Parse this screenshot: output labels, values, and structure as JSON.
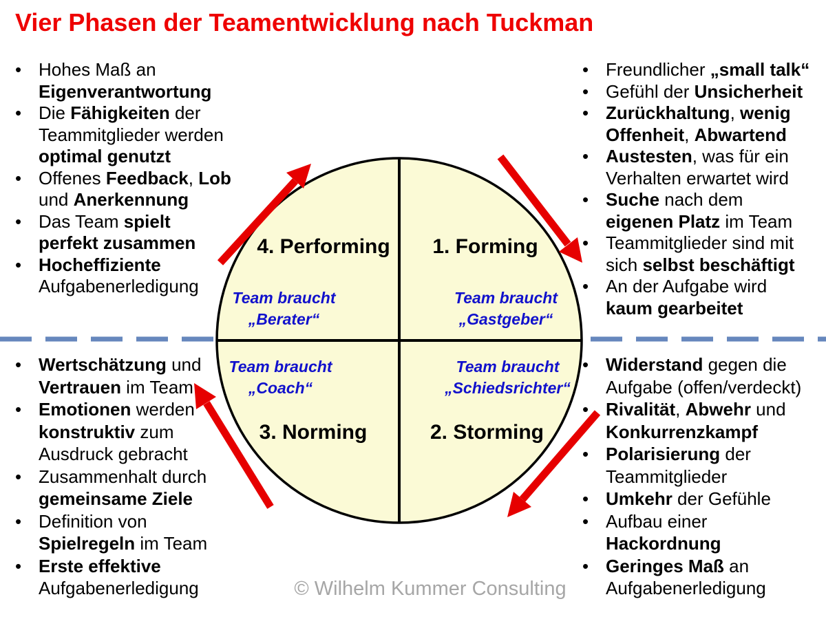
{
  "title": "Vier Phasen der Teamentwicklung nach Tuckman",
  "footer": "© Wilhelm Kummer Consulting",
  "bullet_glyph": "•",
  "colors": {
    "title_red": "#ee0000",
    "arrow_red": "#e60000",
    "circle_fill": "#fbfad6",
    "circle_stroke": "#000000",
    "blue_text": "#1111cc",
    "dashed_line": "#6687bd",
    "footer_gray": "#a6a6a6",
    "body_text": "#000000"
  },
  "quadrants": {
    "performing": {
      "label": "4. Performing",
      "team_braucht": [
        "Team braucht",
        "„Berater“"
      ]
    },
    "forming": {
      "label": "1. Forming",
      "team_braucht": [
        "Team braucht",
        "„Gastgeber“"
      ]
    },
    "norming": {
      "label": "3. Norming",
      "team_braucht": [
        "Team braucht",
        "„Coach“"
      ]
    },
    "storming": {
      "label": "2. Storming",
      "team_braucht": [
        "Team braucht",
        "„Schiedsrichter“"
      ]
    }
  },
  "lists": {
    "performing": [
      {
        "lines": [
          [
            {
              "t": "Hohes Maß an",
              "b": false
            }
          ],
          [
            {
              "t": "Eigenverantwortung",
              "b": true
            }
          ]
        ]
      },
      {
        "lines": [
          [
            {
              "t": "Die ",
              "b": false
            },
            {
              "t": "Fähigkeiten",
              "b": true
            },
            {
              "t": " der",
              "b": false
            }
          ],
          [
            {
              "t": "Teammitglieder werden",
              "b": false
            }
          ],
          [
            {
              "t": "optimal genutzt",
              "b": true
            }
          ]
        ]
      },
      {
        "lines": [
          [
            {
              "t": "Offenes ",
              "b": false
            },
            {
              "t": "Feedback",
              "b": true
            },
            {
              "t": ", ",
              "b": false
            },
            {
              "t": "Lob",
              "b": true
            }
          ],
          [
            {
              "t": "und ",
              "b": false
            },
            {
              "t": "Anerkennung",
              "b": true
            }
          ]
        ]
      },
      {
        "lines": [
          [
            {
              "t": "Das Team ",
              "b": false
            },
            {
              "t": "spielt",
              "b": true
            }
          ],
          [
            {
              "t": "perfekt zusammen",
              "b": true
            }
          ]
        ]
      },
      {
        "lines": [
          [
            {
              "t": "Hocheffiziente",
              "b": true
            }
          ],
          [
            {
              "t": "Aufgabenerledigung",
              "b": false
            }
          ]
        ]
      }
    ],
    "forming": [
      {
        "lines": [
          [
            {
              "t": "Freundlicher ",
              "b": false
            },
            {
              "t": "„small talk“",
              "b": true
            }
          ]
        ]
      },
      {
        "lines": [
          [
            {
              "t": "Gefühl der ",
              "b": false
            },
            {
              "t": "Unsicherheit",
              "b": true
            }
          ]
        ]
      },
      {
        "lines": [
          [
            {
              "t": "Zurückhaltung",
              "b": true
            },
            {
              "t": ", ",
              "b": false
            },
            {
              "t": "wenig",
              "b": true
            }
          ],
          [
            {
              "t": "Offenheit",
              "b": true
            },
            {
              "t": ", ",
              "b": false
            },
            {
              "t": "Abwartend",
              "b": true
            }
          ]
        ]
      },
      {
        "lines": [
          [
            {
              "t": "Austesten",
              "b": true
            },
            {
              "t": ", was für ein",
              "b": false
            }
          ],
          [
            {
              "t": "Verhalten erwartet wird",
              "b": false
            }
          ]
        ]
      },
      {
        "lines": [
          [
            {
              "t": "Suche",
              "b": true
            },
            {
              "t": " nach dem",
              "b": false
            }
          ],
          [
            {
              "t": "eigenen Platz",
              "b": true
            },
            {
              "t": " im Team",
              "b": false
            }
          ]
        ]
      },
      {
        "lines": [
          [
            {
              "t": "Teammitglieder sind mit",
              "b": false
            }
          ],
          [
            {
              "t": "sich ",
              "b": false
            },
            {
              "t": "selbst beschäftigt",
              "b": true
            }
          ]
        ]
      },
      {
        "lines": [
          [
            {
              "t": "An der Aufgabe wird",
              "b": false
            }
          ],
          [
            {
              "t": "kaum gearbeitet",
              "b": true
            }
          ]
        ]
      }
    ],
    "norming": [
      {
        "lines": [
          [
            {
              "t": "Wertschätzung",
              "b": true
            },
            {
              "t": " und",
              "b": false
            }
          ],
          [
            {
              "t": "Vertrauen",
              "b": true
            },
            {
              "t": " im Team",
              "b": false
            }
          ]
        ]
      },
      {
        "lines": [
          [
            {
              "t": "Emotionen",
              "b": true
            },
            {
              "t": " werden",
              "b": false
            }
          ],
          [
            {
              "t": "konstruktiv",
              "b": true
            },
            {
              "t": " zum",
              "b": false
            }
          ],
          [
            {
              "t": "Ausdruck gebracht",
              "b": false
            }
          ]
        ]
      },
      {
        "lines": [
          [
            {
              "t": "Zusammenhalt durch",
              "b": false
            }
          ],
          [
            {
              "t": "gemeinsame Ziele",
              "b": true
            }
          ]
        ]
      },
      {
        "lines": [
          [
            {
              "t": "Definition von",
              "b": false
            }
          ],
          [
            {
              "t": "Spielregeln",
              "b": true
            },
            {
              "t": " im Team",
              "b": false
            }
          ]
        ]
      },
      {
        "lines": [
          [
            {
              "t": "Erste effektive",
              "b": true
            }
          ],
          [
            {
              "t": "Aufgabenerledigung",
              "b": false
            }
          ]
        ]
      }
    ],
    "storming": [
      {
        "lines": [
          [
            {
              "t": "Widerstand",
              "b": true
            },
            {
              "t": " gegen die",
              "b": false
            }
          ],
          [
            {
              "t": "Aufgabe (offen/verdeckt)",
              "b": false
            }
          ]
        ]
      },
      {
        "lines": [
          [
            {
              "t": "Rivalität",
              "b": true
            },
            {
              "t": ", ",
              "b": false
            },
            {
              "t": "Abwehr",
              "b": true
            },
            {
              "t": " und",
              "b": false
            }
          ],
          [
            {
              "t": "Konkurrenzkampf",
              "b": true
            }
          ]
        ]
      },
      {
        "lines": [
          [
            {
              "t": "Polarisierung",
              "b": true
            },
            {
              "t": " der",
              "b": false
            }
          ],
          [
            {
              "t": "Teammitglieder",
              "b": false
            }
          ]
        ]
      },
      {
        "lines": [
          [
            {
              "t": "Umkehr",
              "b": true
            },
            {
              "t": " der Gefühle",
              "b": false
            }
          ]
        ]
      },
      {
        "lines": [
          [
            {
              "t": "Aufbau einer",
              "b": false
            }
          ],
          [
            {
              "t": "Hackordnung",
              "b": true
            }
          ]
        ]
      },
      {
        "lines": [
          [
            {
              "t": "Geringes Maß",
              "b": true
            },
            {
              "t": " an",
              "b": false
            }
          ],
          [
            {
              "t": "Aufgabenerledigung",
              "b": false
            }
          ]
        ]
      }
    ]
  }
}
